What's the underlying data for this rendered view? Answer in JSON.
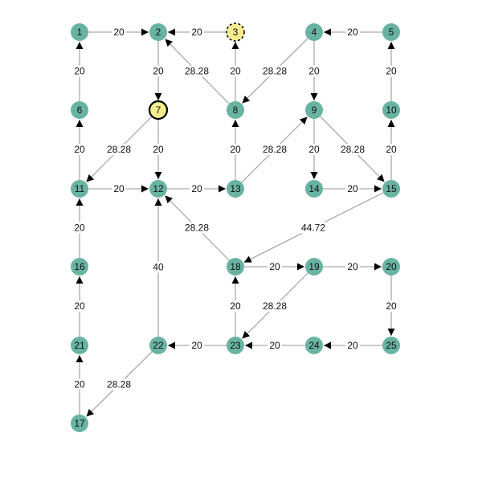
{
  "colors": {
    "node_default": "#69b3a2",
    "node_highlight": "#f7ec8f",
    "edge": "#aaaaaa",
    "arrow": "#000000",
    "label": "#111111"
  },
  "nodes": [
    {
      "id": "1",
      "label": "1"
    },
    {
      "id": "2",
      "label": "2"
    },
    {
      "id": "3",
      "label": "3",
      "style": "dashed"
    },
    {
      "id": "4",
      "label": "4"
    },
    {
      "id": "5",
      "label": "5"
    },
    {
      "id": "6",
      "label": "6"
    },
    {
      "id": "7",
      "label": "7",
      "style": "bold"
    },
    {
      "id": "8",
      "label": "8"
    },
    {
      "id": "9",
      "label": "9"
    },
    {
      "id": "10",
      "label": "10"
    },
    {
      "id": "11",
      "label": "11"
    },
    {
      "id": "12",
      "label": "12"
    },
    {
      "id": "13",
      "label": "13"
    },
    {
      "id": "14",
      "label": "14"
    },
    {
      "id": "15",
      "label": "15"
    },
    {
      "id": "16",
      "label": "16"
    },
    {
      "id": "18",
      "label": "18"
    },
    {
      "id": "19",
      "label": "19"
    },
    {
      "id": "20",
      "label": "20"
    },
    {
      "id": "21",
      "label": "21"
    },
    {
      "id": "22",
      "label": "22"
    },
    {
      "id": "23",
      "label": "23"
    },
    {
      "id": "24",
      "label": "24"
    },
    {
      "id": "25",
      "label": "25"
    },
    {
      "id": "17",
      "label": "17"
    }
  ],
  "edges": [
    {
      "from": "1",
      "to": "2",
      "label": "20"
    },
    {
      "from": "3",
      "to": "2",
      "label": "20"
    },
    {
      "from": "5",
      "to": "4",
      "label": "20"
    },
    {
      "from": "2",
      "to": "7",
      "label": "20"
    },
    {
      "from": "8",
      "to": "2",
      "label": "28.28"
    },
    {
      "from": "8",
      "to": "3",
      "label": "20"
    },
    {
      "from": "4",
      "to": "8",
      "label": "28.28"
    },
    {
      "from": "4",
      "to": "9",
      "label": "20"
    },
    {
      "from": "10",
      "to": "5",
      "label": "20"
    },
    {
      "from": "6",
      "to": "1",
      "label": "20"
    },
    {
      "from": "11",
      "to": "6",
      "label": "20"
    },
    {
      "from": "7",
      "to": "11",
      "label": "28.28"
    },
    {
      "from": "7",
      "to": "12",
      "label": "20"
    },
    {
      "from": "13",
      "to": "8",
      "label": "20"
    },
    {
      "from": "13",
      "to": "9",
      "label": "28.28"
    },
    {
      "from": "9",
      "to": "14",
      "label": "20"
    },
    {
      "from": "9",
      "to": "15",
      "label": "28.28"
    },
    {
      "from": "15",
      "to": "10",
      "label": "20"
    },
    {
      "from": "11",
      "to": "12",
      "label": "20"
    },
    {
      "from": "12",
      "to": "13",
      "label": "20"
    },
    {
      "from": "14",
      "to": "15",
      "label": "20"
    },
    {
      "from": "16",
      "to": "11",
      "label": "20"
    },
    {
      "from": "18",
      "to": "12",
      "label": "28.28"
    },
    {
      "from": "15",
      "to": "18",
      "label": "44.72"
    },
    {
      "from": "22",
      "to": "12",
      "label": "40"
    },
    {
      "from": "18",
      "to": "19",
      "label": "20"
    },
    {
      "from": "19",
      "to": "20",
      "label": "20"
    },
    {
      "from": "21",
      "to": "16",
      "label": "20"
    },
    {
      "from": "23",
      "to": "18",
      "label": "20"
    },
    {
      "from": "19",
      "to": "23",
      "label": "28.28"
    },
    {
      "from": "20",
      "to": "25",
      "label": "20"
    },
    {
      "from": "23",
      "to": "22",
      "label": "20"
    },
    {
      "from": "24",
      "to": "23",
      "label": "20"
    },
    {
      "from": "25",
      "to": "24",
      "label": "20"
    },
    {
      "from": "17",
      "to": "21",
      "label": "20"
    },
    {
      "from": "22",
      "to": "17",
      "label": "28.28"
    }
  ]
}
